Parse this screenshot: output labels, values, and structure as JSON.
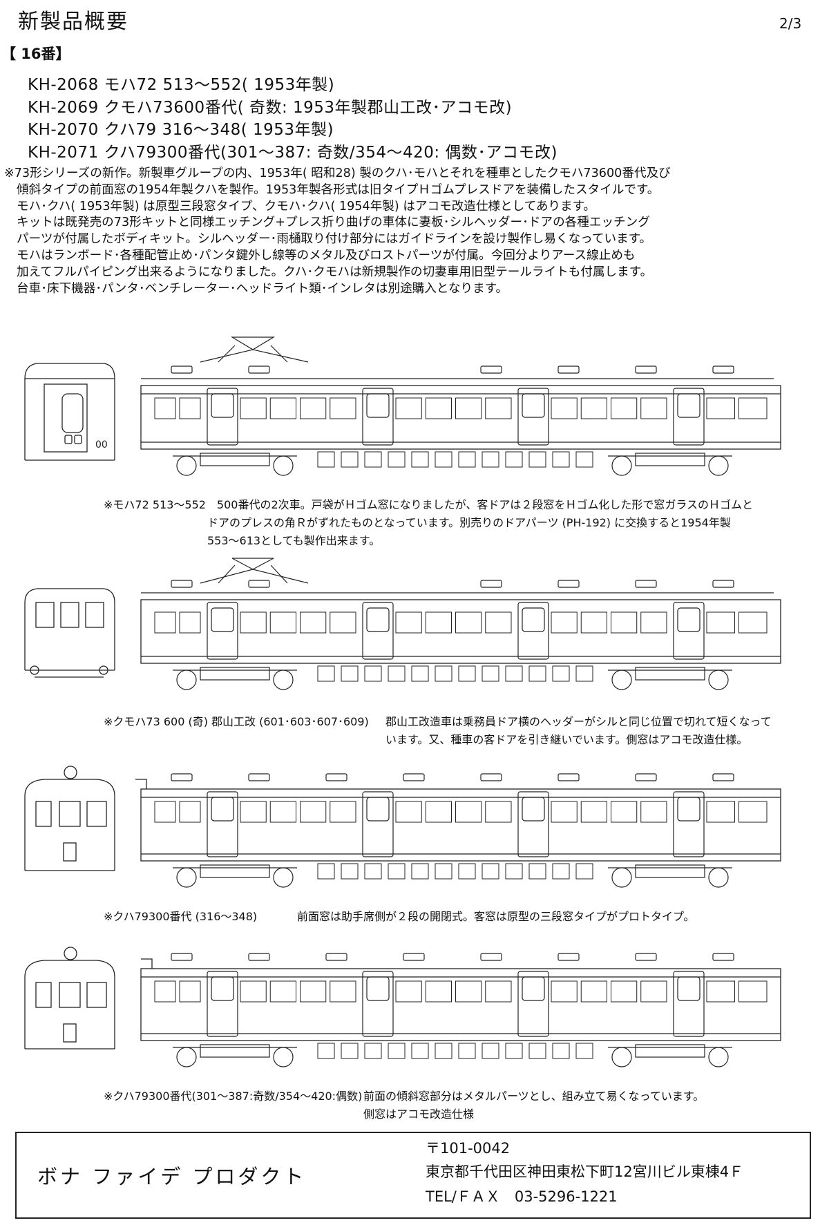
{
  "header": {
    "title": "新製品概要",
    "page": "2/3",
    "scale": "【 16番】"
  },
  "products": [
    "KH-2068 モハ72 513～552( 1953年製)",
    "KH-2069 クモハ73600番代( 奇数: 1953年製郡山工改･アコモ改)",
    "KH-2070 クハ79 316～348( 1953年製)",
    "KH-2071 クハ79300番代(301～387: 奇数/354～420: 偶数･アコモ改)"
  ],
  "description": [
    "※73形シリーズの新作。新製車グループの内、1953年( 昭和28) 製のクハ･モハとそれを種車としたクモハ73600番代及び",
    "傾斜タイプの前面窓の1954年製クハを製作。1953年製各形式は旧タイプＨゴムプレスドアを装備したスタイルです。",
    "モハ･クハ( 1953年製) は原型三段窓タイプ、クモハ･クハ( 1954年製) はアコモ改造仕様としてあります。",
    "キットは既発売の73形キットと同様エッチング+プレス折り曲げの車体に妻板･シルヘッダー･ドアの各種エッチング",
    "パーツが付属したボディキット。シルヘッダー･雨樋取り付け部分にはガイドラインを設け製作し易くなっています。",
    "モハはランボード･各種配管止め･パンタ鍵外し線等のメタル及びロストパーツが付属。今回分よりアース線止めも",
    "加えてフルパイピング出来るようになりました。クハ･クモハは新規製作の切妻車用旧型テールライトも付属します。",
    "台車･床下機器･パンタ･ベンチレーター･ヘッドライト類･インレタは別途購入となります。"
  ],
  "captions": {
    "c1": [
      "※モハ72 513～552　500番代の2次車。戸袋がＨゴム窓になりましたが、客ドアは２段窓をＨゴム化した形で窓ガラスのＨゴムと",
      "ドアのプレスの角Ｒがずれたものとなっています。別売りのドアパーツ (PH-192) に交換すると1954年製",
      "553～613としても製作出来ます。"
    ],
    "c2_left": "※クモハ73 600 (奇) 郡山工改 (601･603･607･609)",
    "c2_right": [
      "郡山工改造車は乗務員ドア横のヘッダーがシルと同じ位置で切れて短くなって",
      "います。又、種車の客ドアを引き継いでいます。側窓はアコモ改造仕様。"
    ],
    "c3_left": "※クハ79300番代 (316～348)",
    "c3_right": "前面窓は助手席側が２段の開閉式。客窓は原型の三段窓タイプがプロトタイプ。",
    "c4_left": "※クハ79300番代(301～387:奇数/354～420:偶数)",
    "c4_right": [
      "前面の傾斜窓部分はメタルパーツとし、組み立て易くなっています。",
      "側窓はアコモ改造仕様"
    ]
  },
  "front_marks": {
    "d1": "00"
  },
  "footer": {
    "company": "ボナ ファイデ プロダクト",
    "postal": "〒101-0042",
    "address": "東京都千代田区神田東松下町12宮川ビル東棟4Ｆ",
    "tel": "TEL/ＦＡＸ　03-5296-1221"
  }
}
